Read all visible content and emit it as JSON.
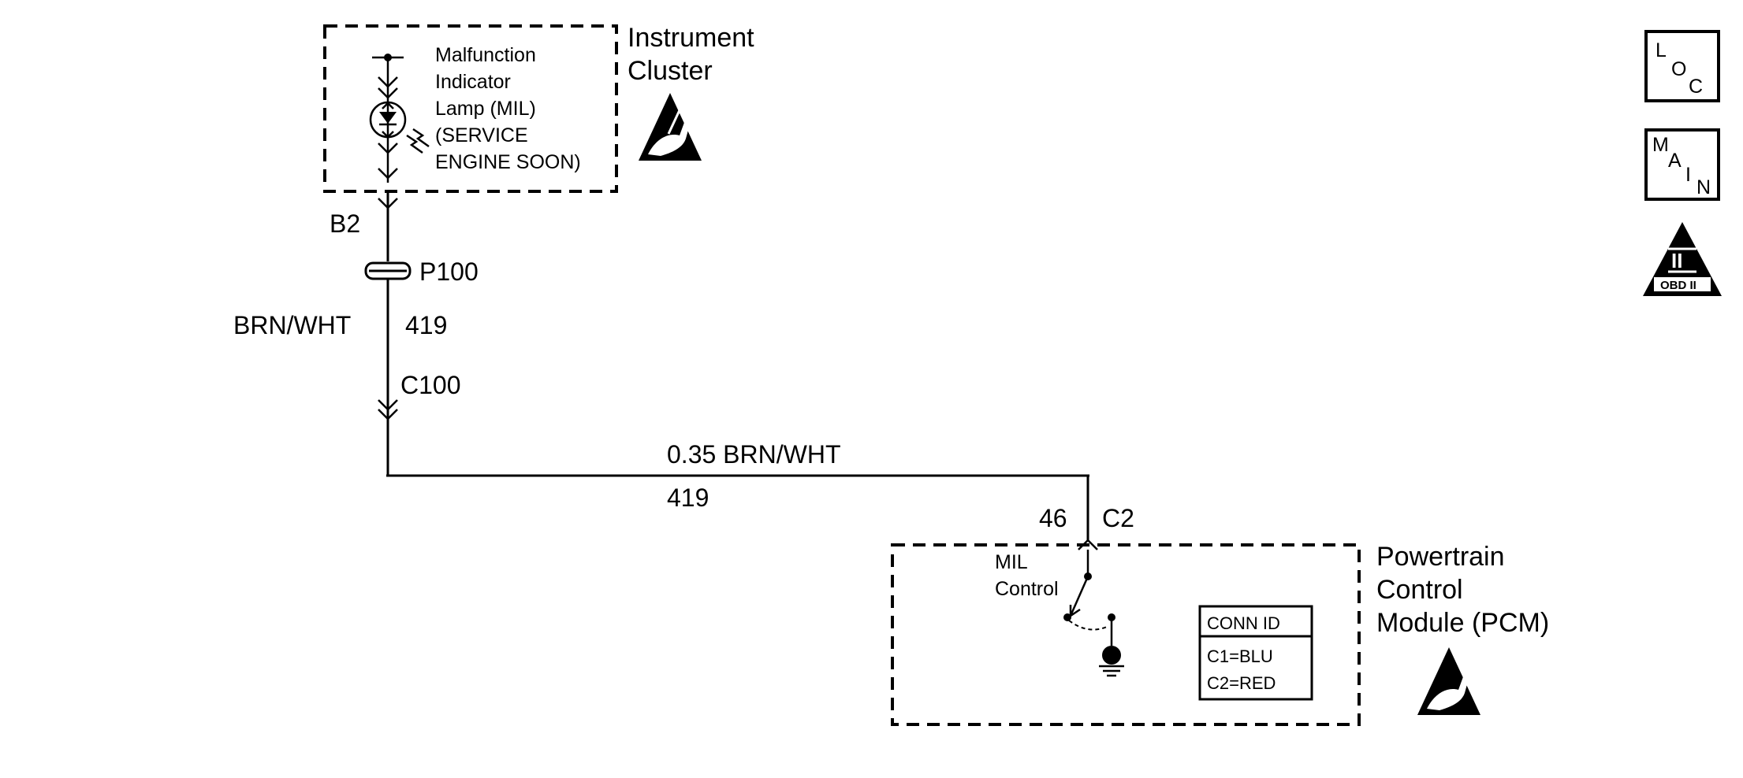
{
  "instrument_cluster": {
    "title_line1": "Instrument",
    "title_line2": "Cluster",
    "lamp_line1": "Malfunction",
    "lamp_line2": "Indicator",
    "lamp_line3": "Lamp (MIL)",
    "lamp_line4": "(SERVICE",
    "lamp_line5": "ENGINE SOON)"
  },
  "connectors": {
    "b2": "B2",
    "p100": "P100",
    "c100": "C100",
    "pin46": "46",
    "c2": "C2"
  },
  "wires": {
    "upper_color": "BRN/WHT",
    "upper_circuit": "419",
    "lower_color": "0.35 BRN/WHT",
    "lower_circuit": "419"
  },
  "pcm": {
    "title_line1": "Powertrain",
    "title_line2": "Control",
    "title_line3": "Module (PCM)",
    "mil_line1": "MIL",
    "mil_line2": "Control",
    "conn_id_header": "CONN ID",
    "conn_id_c1": "C1=BLU",
    "conn_id_c2": "C2=RED"
  },
  "side_icons": {
    "loc": [
      "L",
      "O",
      "C"
    ],
    "main": [
      "M",
      "A",
      "I",
      "N"
    ],
    "obd_numeral": "II",
    "obd_label": "OBD II"
  },
  "colors": {
    "ink": "#000000",
    "paper": "#ffffff"
  }
}
